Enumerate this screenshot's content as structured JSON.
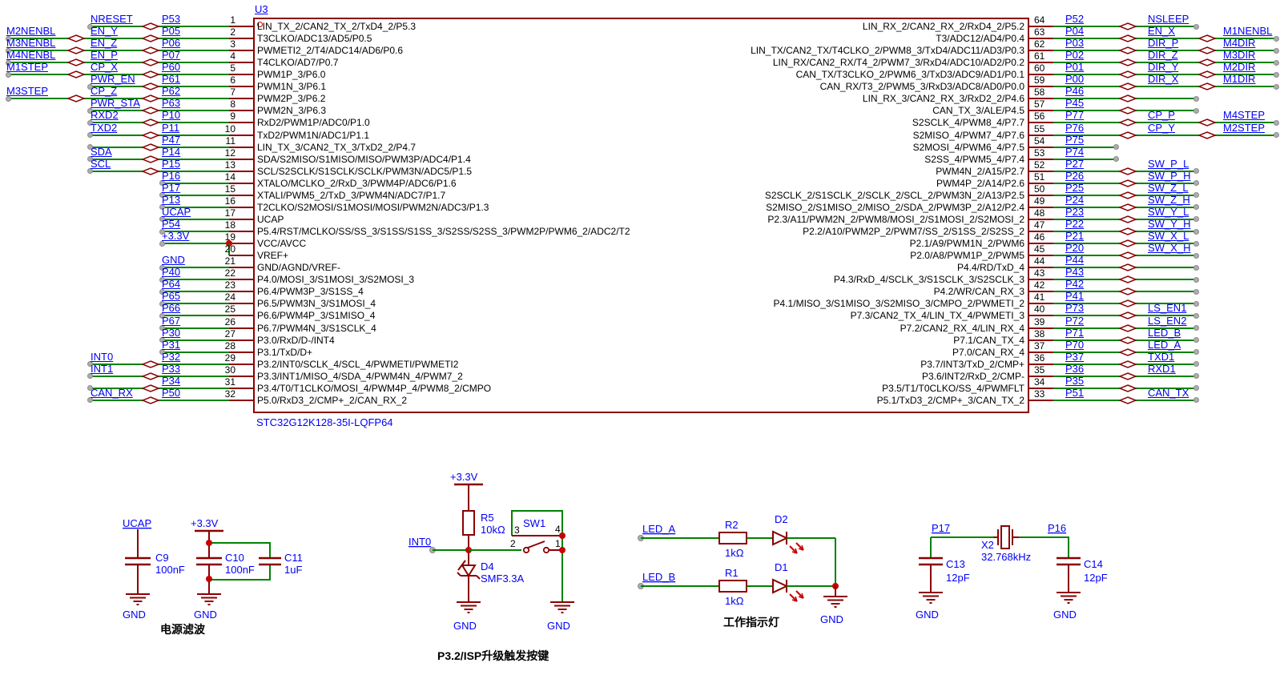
{
  "ic": {
    "designator": "U3",
    "part_number": "STC32G12K128-35I-LQFP64",
    "left_pins": [
      {
        "num": "1",
        "name": "LIN_TX_2/CAN2_TX_2/TxD4_2/P5.3",
        "port": "P53",
        "mid": "NRESET",
        "start": "mid",
        "d2": true
      },
      {
        "num": "2",
        "name": "T3CLKO/ADC13/AD5/P0.5",
        "port": "P05",
        "mid": "EN_Y",
        "outer": "M2NENBL",
        "start": "far",
        "d1": true,
        "d2": true
      },
      {
        "num": "3",
        "name": "PWMETI2_2/T4/ADC14/AD6/P0.6",
        "port": "P06",
        "mid": "EN_Z",
        "outer": "M3NENBL",
        "start": "far",
        "d1": true,
        "d2": true
      },
      {
        "num": "4",
        "name": "T4CLKO/AD7/P0.7",
        "port": "P07",
        "mid": "EN_P",
        "outer": "M4NENBL",
        "start": "far",
        "d1": true,
        "d2": true
      },
      {
        "num": "5",
        "name": "PWM1P_3/P6.0",
        "port": "P60",
        "mid": "CP_X",
        "outer": "M1STEP",
        "start": "far",
        "d1": true,
        "d2": true
      },
      {
        "num": "6",
        "name": "PWM1N_3/P6.1",
        "port": "P61",
        "mid": "PWR_EN",
        "start": "mid",
        "d2": true
      },
      {
        "num": "7",
        "name": "PWM2P_3/P6.2",
        "port": "P62",
        "mid": "CP_Z",
        "outer": "M3STEP",
        "start": "far",
        "d1": true,
        "d2": true
      },
      {
        "num": "8",
        "name": "PWM2N_3/P6.3",
        "port": "P63",
        "mid": "PWR_STA",
        "start": "mid",
        "d2": true
      },
      {
        "num": "9",
        "name": "RxD2/PWM1P/ADC0/P1.0",
        "port": "P10",
        "mid": "RXD2",
        "start": "mid",
        "d2": true
      },
      {
        "num": "10",
        "name": "TxD2/PWM1N/ADC1/P1.1",
        "port": "P11",
        "mid": "TXD2",
        "start": "mid",
        "d2": true
      },
      {
        "num": "11",
        "name": "LIN_TX_3/CAN2_TX_3/TxD2_2/P4.7",
        "port": "P47",
        "start": "mid",
        "d2": true
      },
      {
        "num": "12",
        "name": "SDA/S2MISO/S1MISO/MISO/PWM3P/ADC4/P1.4",
        "port": "P14",
        "mid": "SDA",
        "start": "mid",
        "d2": true
      },
      {
        "num": "13",
        "name": "SCL/S2SCLK/S1SCLK/SCLK/PWM3N/ADC5/P1.5",
        "port": "P15",
        "mid": "SCL",
        "start": "mid",
        "d2": true
      },
      {
        "num": "14",
        "name": "XTALO/MCLKO_2/RxD_3/PWM4P/ADC6/P1.6",
        "port": "P16",
        "start": "port"
      },
      {
        "num": "15",
        "name": "XTALI/PWM5_2/TxD_3/PWM4N/ADC7/P1.7",
        "port": "P17",
        "start": "port"
      },
      {
        "num": "16",
        "name": "T2CLKO/S2MOSI/S1MOSI/MOSI/PWM2N/ADC3/P1.3",
        "port": "P13",
        "start": "port"
      },
      {
        "num": "17",
        "name": "UCAP",
        "port": "UCAP",
        "start": "port"
      },
      {
        "num": "18",
        "name": "P5.4/RST/MCLKO/SS/SS_3/S1SS/S1SS_3/S2SS/S2SS_3/PWM2P/PWM6_2/ADC2/T2",
        "port": "P54",
        "start": "port"
      },
      {
        "num": "19",
        "name": "VCC/AVCC",
        "port": "+3.3V",
        "start": "port",
        "j": true
      },
      {
        "num": "20",
        "name": "VREF+",
        "start": "none"
      },
      {
        "num": "21",
        "name": "GND/AGND/VREF-",
        "port": "GND",
        "start": "port"
      },
      {
        "num": "22",
        "name": "P4.0/MOSI_3/S1MOSI_3/S2MOSI_3",
        "port": "P40",
        "start": "port"
      },
      {
        "num": "23",
        "name": "P6.4/PWM3P_3/S1SS_4",
        "port": "P64",
        "start": "port"
      },
      {
        "num": "24",
        "name": "P6.5/PWM3N_3/S1MOSI_4",
        "port": "P65",
        "start": "port"
      },
      {
        "num": "25",
        "name": "P6.6/PWM4P_3/S1MISO_4",
        "port": "P66",
        "start": "port"
      },
      {
        "num": "26",
        "name": "P6.7/PWM4N_3/S1SCLK_4",
        "port": "P67",
        "start": "port"
      },
      {
        "num": "27",
        "name": "P3.0/RxD/D-/INT4",
        "port": "P30",
        "start": "port"
      },
      {
        "num": "28",
        "name": "P3.1/TxD/D+",
        "port": "P31",
        "start": "port"
      },
      {
        "num": "29",
        "name": "P3.2/INT0/SCLK_4/SCL_4/PWMETI/PWMETI2",
        "port": "P32",
        "mid": "INT0",
        "start": "mid",
        "d2": true
      },
      {
        "num": "30",
        "name": "P3.3/INT1/MISO_4/SDA_4/PWM4N_4/PWM7_2",
        "port": "P33",
        "mid": "INT1",
        "start": "mid",
        "d2": true
      },
      {
        "num": "31",
        "name": "P3.4/T0/T1CLKO/MOSI_4/PWM4P_4/PWM8_2/CMPO",
        "port": "P34",
        "start": "mid",
        "d2": true
      },
      {
        "num": "32",
        "name": "P5.0/RxD3_2/CMP+_2/CAN_RX_2",
        "port": "P50",
        "mid": "CAN_RX",
        "start": "mid",
        "d2": true
      }
    ],
    "right_pins": [
      {
        "num": "64",
        "name": "LIN_RX_2/CAN2_RX_2/RxD4_2/P5.2",
        "port": "P52",
        "mid": "NSLEEP",
        "end": 1493,
        "d1": true
      },
      {
        "num": "63",
        "name": "T3/ADC12/AD4/P0.4",
        "port": "P04",
        "mid": "EN_X",
        "outer": "M1NENBL",
        "end": 1593,
        "d1": true,
        "d2": true
      },
      {
        "num": "62",
        "name": "LIN_TX/CAN2_TX/T4CLKO_2/PWM8_3/TxD4/ADC11/AD3/P0.3",
        "port": "P03",
        "mid": "DIR_P",
        "outer": "M4DIR",
        "end": 1593,
        "d1": true,
        "d2": true
      },
      {
        "num": "61",
        "name": "LIN_RX/CAN2_RX/T4_2/PWM7_3/RxD4/ADC10/AD2/P0.2",
        "port": "P02",
        "mid": "DIR_Z",
        "outer": "M3DIR",
        "end": 1593,
        "d1": true,
        "d2": true
      },
      {
        "num": "60",
        "name": "CAN_TX/T3CLKO_2/PWM6_3/TxD3/ADC9/AD1/P0.1",
        "port": "P01",
        "mid": "DIR_Y",
        "outer": "M2DIR",
        "end": 1593,
        "d1": true,
        "d2": true
      },
      {
        "num": "59",
        "name": "CAN_RX/T3_2/PWM5_3/RxD3/ADC8/AD0/P0.0",
        "port": "P00",
        "mid": "DIR_X",
        "outer": "M1DIR",
        "end": 1593,
        "d1": true,
        "d2": true
      },
      {
        "num": "58",
        "name": "LIN_RX_3/CAN2_RX_3/RxD2_2/P4.6",
        "port": "P46",
        "end": 1493,
        "d1": true
      },
      {
        "num": "57",
        "name": "CAN_TX_3/ALE/P4.5",
        "port": "P45",
        "end": 1493,
        "d1": true
      },
      {
        "num": "56",
        "name": "S2SCLK_4/PWM8_4/P7.7",
        "port": "P77",
        "mid": "CP_P",
        "outer": "M4STEP",
        "end": 1593,
        "d1": true,
        "d2": true
      },
      {
        "num": "55",
        "name": "S2MISO_4/PWM7_4/P7.6",
        "port": "P76",
        "mid": "CP_Y",
        "outer": "M2STEP",
        "end": 1593,
        "d1": true,
        "d2": true
      },
      {
        "num": "54",
        "name": "S2MOSI_4/PWM6_4/P7.5",
        "port": "P75",
        "end": 1393
      },
      {
        "num": "53",
        "name": "S2SS_4/PWM5_4/P7.4",
        "port": "P74",
        "end": 1393
      },
      {
        "num": "52",
        "name": "PWM4N_2/A15/P2.7",
        "port": "P27",
        "mid": "SW_P_L",
        "end": 1493,
        "d1": true
      },
      {
        "num": "51",
        "name": "PWM4P_2/A14/P2.6",
        "port": "P26",
        "mid": "SW_P_H",
        "end": 1493,
        "d1": true
      },
      {
        "num": "50",
        "name": "S2SCLK_2/S1SCLK_2/SCLK_2/SCL_2/PWM3N_2/A13/P2.5",
        "port": "P25",
        "mid": "SW_Z_L",
        "end": 1493,
        "d1": true
      },
      {
        "num": "49",
        "name": "S2MISO_2/S1MISO_2/MISO_2/SDA_2/PWM3P_2/A12/P2.4",
        "port": "P24",
        "mid": "SW_Z_H",
        "end": 1493,
        "d1": true
      },
      {
        "num": "48",
        "name": "P2.3/A11/PWM2N_2/PWM8/MOSI_2/S1MOSI_2/S2MOSI_2",
        "port": "P23",
        "mid": "SW_Y_L",
        "end": 1493,
        "d1": true
      },
      {
        "num": "47",
        "name": "P2.2/A10/PWM2P_2/PWM7/SS_2/S1SS_2/S2SS_2",
        "port": "P22",
        "mid": "SW_Y_H",
        "end": 1493,
        "d1": true
      },
      {
        "num": "46",
        "name": "P2.1/A9/PWM1N_2/PWM6",
        "port": "P21",
        "mid": "SW_X_L",
        "end": 1493,
        "d1": true
      },
      {
        "num": "45",
        "name": "P2.0/A8/PWM1P_2/PWM5",
        "port": "P20",
        "mid": "SW_X_H",
        "end": 1493,
        "d1": true
      },
      {
        "num": "44",
        "name": "P4.4/RD/TxD_4",
        "port": "P44",
        "end": 1493,
        "d1": true
      },
      {
        "num": "43",
        "name": "P4.3/RxD_4/SCLK_3/S1SCLK_3/S2SCLK_3",
        "port": "P43",
        "end": 1493,
        "d1": true
      },
      {
        "num": "42",
        "name": "P4.2/WR/CAN_RX_3",
        "port": "P42",
        "end": 1493,
        "d1": true
      },
      {
        "num": "41",
        "name": "P4.1/MISO_3/S1MISO_3/S2MISO_3/CMPO_2/PWMETI_2",
        "port": "P41",
        "end": 1493,
        "d1": true
      },
      {
        "num": "40",
        "name": "P7.3/CAN2_TX_4/LIN_TX_4/PWMETI_3",
        "port": "P73",
        "mid": "LS_EN1",
        "end": 1493,
        "d1": true
      },
      {
        "num": "39",
        "name": "P7.2/CAN2_RX_4/LIN_RX_4",
        "port": "P72",
        "mid": "LS_EN2",
        "end": 1493,
        "d1": true
      },
      {
        "num": "38",
        "name": "P7.1/CAN_TX_4",
        "port": "P71",
        "mid": "LED_B",
        "end": 1493,
        "d1": true
      },
      {
        "num": "37",
        "name": "P7.0/CAN_RX_4",
        "port": "P70",
        "mid": "LED_A",
        "end": 1493,
        "d1": true
      },
      {
        "num": "36",
        "name": "P3.7/INT3/TxD_2/CMP+",
        "port": "P37",
        "mid": "TXD1",
        "end": 1493,
        "d1": true
      },
      {
        "num": "35",
        "name": "P3.6/INT2/RxD_2/CMP-",
        "port": "P36",
        "mid": "RXD1",
        "end": 1493,
        "d1": true
      },
      {
        "num": "34",
        "name": "P3.5/T1/T0CLKO/SS_4/PWMFLT",
        "port": "P35",
        "end": 1493,
        "d1": true
      },
      {
        "num": "33",
        "name": "P5.1/TxD3_2/CMP+_3/CAN_TX_2",
        "port": "P51",
        "mid": "CAN_TX",
        "end": 1493,
        "d1": true
      }
    ]
  },
  "labels": {
    "gnd": "GND",
    "v33": "+3.3V"
  },
  "power_filter": {
    "caption": "电源滤波",
    "ucap_net": "UCAP",
    "c9_ref": "C9",
    "c9_val": "100nF",
    "c10_ref": "C10",
    "c10_val": "100nF",
    "c11_ref": "C11",
    "c11_val": "1uF"
  },
  "button": {
    "caption": "P3.2/ISP升级触发按键",
    "int0_net": "INT0",
    "r5_ref": "R5",
    "r5_val": "10kΩ",
    "d4_ref": "D4",
    "d4_val": "SMF3.3A",
    "sw1_ref": "SW1",
    "sw1_pin1": "1",
    "sw1_pin2": "2",
    "sw1_pin3": "3",
    "sw1_pin4": "4"
  },
  "led": {
    "caption": "工作指示灯",
    "led_a_net": "LED_A",
    "led_b_net": "LED_B",
    "r2_ref": "R2",
    "r2_val": "1kΩ",
    "r1_ref": "R1",
    "r1_val": "1kΩ",
    "d2_ref": "D2",
    "d1_ref": "D1"
  },
  "crystal": {
    "p17_net": "P17",
    "p16_net": "P16",
    "x2_ref": "X2",
    "x2_val": "32.768kHz",
    "c13_ref": "C13",
    "c13_val": "12pF",
    "c14_ref": "C14",
    "c14_val": "12pF"
  },
  "colors": {
    "wire": "#008200",
    "component": "#8B0000",
    "net_label": "#0000f5",
    "junction": "#c80000",
    "pin_endpoint": "#aeaeae",
    "text": "#000000"
  }
}
